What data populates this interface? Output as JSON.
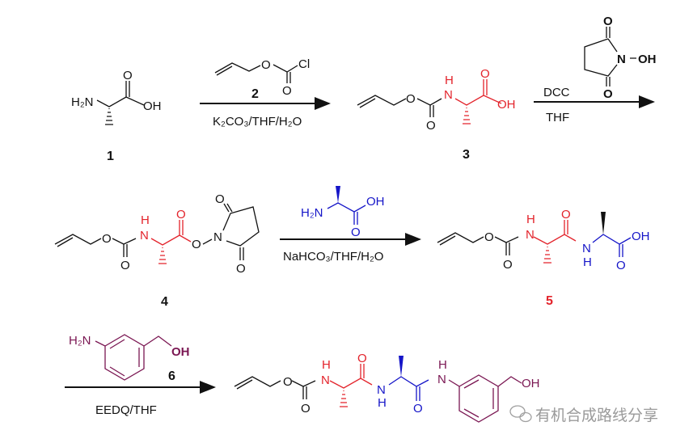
{
  "compounds": {
    "c1": {
      "label": "1",
      "atoms": {
        "nh2": "H₂N",
        "o": "O",
        "oh": "OH"
      }
    },
    "c2": {
      "label": "2",
      "atoms": {
        "o": "O",
        "cl": "Cl",
        "o2": "O"
      }
    },
    "c3": {
      "label": "3",
      "atoms": {
        "o": "O",
        "o2": "O",
        "h": "H",
        "n": "N",
        "o3": "O",
        "oh": "OH"
      }
    },
    "nhs": {
      "atoms": {
        "o1": "O",
        "n": "N",
        "oh": "OH",
        "o2": "O"
      }
    },
    "c4": {
      "label": "4",
      "atoms": {
        "o": "O",
        "o2": "O",
        "h": "H",
        "n": "N",
        "o3": "O",
        "o4": "O",
        "n2": "N",
        "o5": "O",
        "o6": "O"
      }
    },
    "ala": {
      "atoms": {
        "nh2": "H₂N",
        "oh": "OH",
        "o": "O"
      }
    },
    "c5": {
      "label": "5",
      "atoms": {
        "o": "O",
        "o2": "O",
        "h": "H",
        "n": "N",
        "o3": "O",
        "n2": "N",
        "h2": "H",
        "oh": "OH",
        "o4": "O"
      }
    },
    "c6": {
      "label": "6",
      "atoms": {
        "nh2": "H₂N",
        "oh": "OH"
      }
    },
    "product": {
      "atoms": {
        "o": "O",
        "o2": "O",
        "h": "H",
        "n": "N",
        "o3": "O",
        "n2": "N",
        "h2": "H",
        "h3": "H",
        "n3": "N",
        "o4": "O",
        "oh": "OH"
      }
    }
  },
  "steps": [
    {
      "below": "K₂CO₃/THF/H₂O"
    },
    {
      "above": "DCC",
      "below": "THF"
    },
    {
      "below": "NaHCO₃/THF/H₂O"
    },
    {
      "below": "EEDQ/THF"
    }
  ],
  "watermark": "有机合成路线分享",
  "colors": {
    "red": "#e3232b",
    "blue": "#1515c8",
    "purple": "#7a1652",
    "black": "#111111"
  }
}
